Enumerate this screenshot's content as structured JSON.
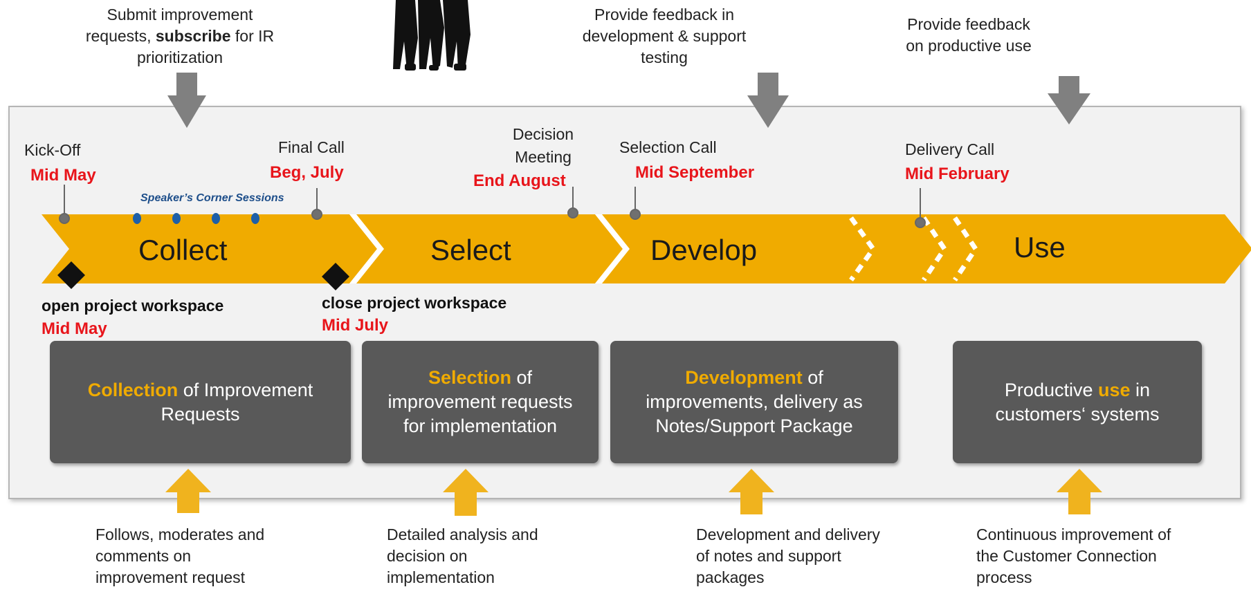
{
  "top_notes": [
    {
      "pre": "Submit improvement requests, ",
      "bold": "subscribe",
      "post": " for IR prioritization"
    },
    {
      "text": "Provide feedback in development & support testing"
    },
    {
      "text": "Provide feedback on productive use"
    }
  ],
  "stages": [
    "Collect",
    "Select",
    "Develop",
    "Use"
  ],
  "milestones": {
    "kickoff": {
      "label": "Kick-Off",
      "date": "Mid May"
    },
    "final_call": {
      "label": "Final Call",
      "date": "Beg, July"
    },
    "decision": {
      "label": "Decision Meeting",
      "date": "End August"
    },
    "selection_call": {
      "label": "Selection Call",
      "date": "Mid September"
    },
    "delivery_call": {
      "label": "Delivery Call",
      "date": "Mid February"
    }
  },
  "speakers_corner": "Speaker’s Corner Sessions",
  "workspace": {
    "open": {
      "label": "open project workspace",
      "date": "Mid May"
    },
    "close": {
      "label": "close project workspace",
      "date": "Mid July"
    }
  },
  "boxes": [
    {
      "highlight": "Collection",
      "rest": " of Improvement Requests"
    },
    {
      "highlight": "Selection",
      "rest": " of improvement requests for implementation"
    },
    {
      "highlight": "Development",
      "rest": " of improvements, delivery as Notes/Support Package"
    },
    {
      "pre": "Productive ",
      "highlight": "use",
      "rest": " in customers‘ systems"
    }
  ],
  "bottom_notes": [
    "Follows, moderates and comments on improvement request",
    "Detailed analysis and decision on implementation",
    "Development and delivery of notes and support packages",
    "Continuous improvement of the Customer Connection process"
  ],
  "colors": {
    "accent": "#f0ab00",
    "date": "#e8151b",
    "box": "#595959",
    "down_arrow": "#808080",
    "up_arrow": "#f0b31e"
  }
}
